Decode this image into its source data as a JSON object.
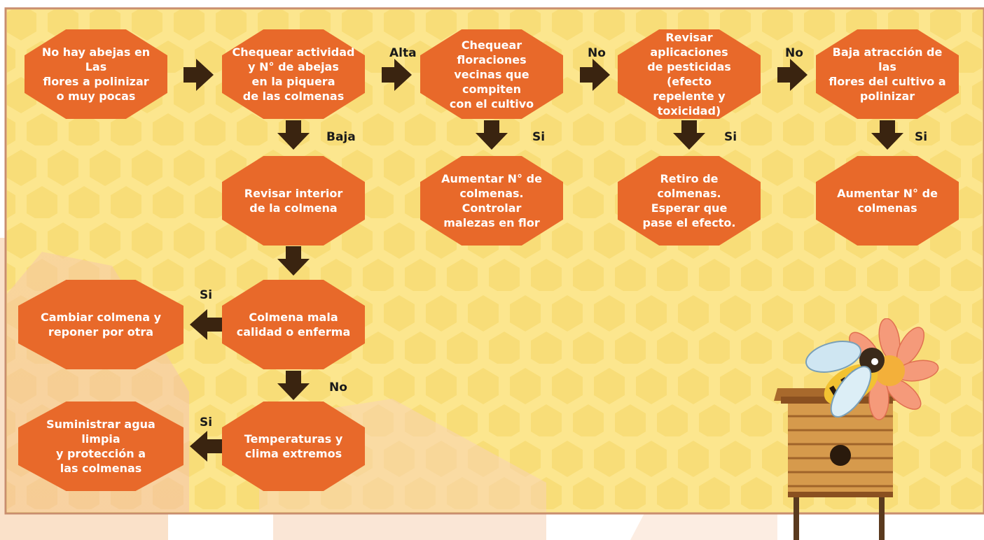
{
  "nodes": {
    "start": "No hay abejas en Las\nflores a polinizar\no muy pocas",
    "check_activity": "Chequear actividad\ny N° de abejas\nen la piquera\nde las colmenas",
    "check_flowering": "Chequear floraciones\nvecinas que compiten\ncon el cultivo",
    "check_pesticides": "Revisar aplicaciones\nde pesticidas (efecto\nrepelente y toxicidad)",
    "low_attraction": "Baja atracción de las\nflores del cultivo a\npolinizar",
    "inspect_hive": "Revisar interior\nde la colmena",
    "increase_hives_weeds": "Aumentar N° de\ncolmenas. Controlar\nmalezas en flor",
    "remove_hives": "Retiro de colmenas.\nEsperar que\npase el efecto.",
    "increase_hives": "Aumentar N° de\ncolmenas",
    "bad_hive": "Colmena mala\ncalidad o enferma",
    "replace_hive": "Cambiar colmena y\nreponer por otra",
    "extreme_weather": "Temperaturas y\nclima extremos",
    "water_protection": "Suministrar agua limpia\ny protección a\nlas colmenas"
  },
  "edge_labels": {
    "alta": "Alta",
    "baja": "Baja",
    "no_1": "No",
    "no_2": "No",
    "si_1": "Si",
    "si_2": "Si",
    "si_3": "Si",
    "si_4": "Si",
    "si_5": "Si",
    "no_3": "No"
  },
  "colors": {
    "node_fill": "#e8692a",
    "arrow": "#3a2410",
    "panel_bg": "#fce68e",
    "panel_border": "#c98e6e",
    "honeycomb": "#f7db74"
  }
}
